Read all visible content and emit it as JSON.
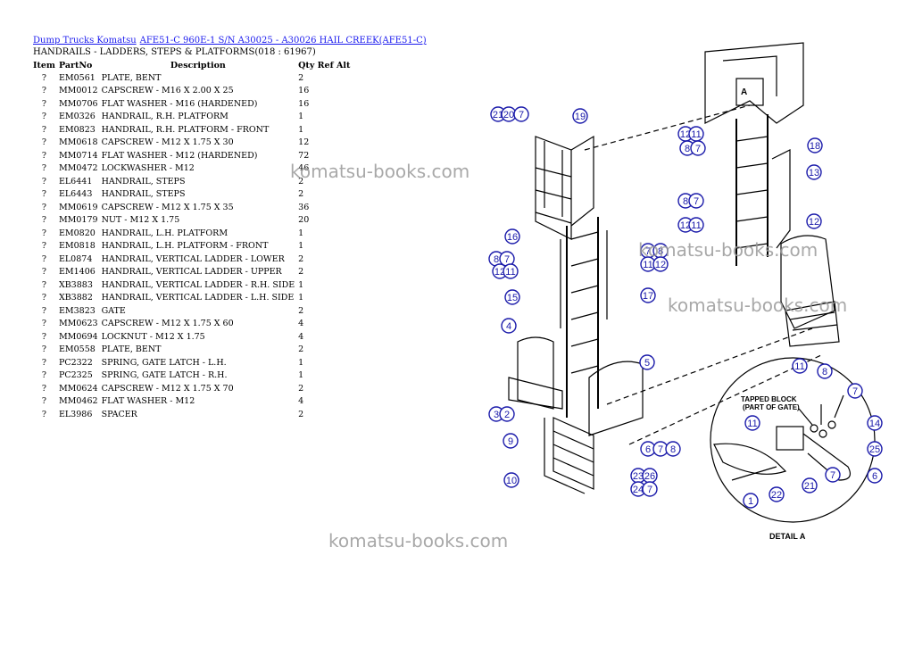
{
  "breadcrumb": {
    "link1": "Dump Trucks Komatsu",
    "link2": "AFE51-C 960E-1 S/N A30025 - A30026 HAIL CREEK(AFE51-C)"
  },
  "page_title": "HANDRAILS - LADDERS, STEPS & PLATFORMS(018 : 61967)",
  "table": {
    "headers": [
      "Item",
      "PartNo",
      "Description",
      "Qty Ref Alt"
    ],
    "rows": [
      {
        "item": "?",
        "part": "EM0561",
        "desc": "PLATE, BENT",
        "qty": "2"
      },
      {
        "item": "?",
        "part": "MM0012",
        "desc": "CAPSCREW - M16 X 2.00 X 25",
        "qty": "16"
      },
      {
        "item": "?",
        "part": "MM0706",
        "desc": "FLAT WASHER - M16 (HARDENED)",
        "qty": "16"
      },
      {
        "item": "?",
        "part": "EM0326",
        "desc": "HANDRAIL, R.H. PLATFORM",
        "qty": "1"
      },
      {
        "item": "?",
        "part": "EM0823",
        "desc": "HANDRAIL, R.H. PLATFORM - FRONT",
        "qty": "1"
      },
      {
        "item": "?",
        "part": "MM0618",
        "desc": "CAPSCREW - M12 X 1.75 X 30",
        "qty": "12"
      },
      {
        "item": "?",
        "part": "MM0714",
        "desc": "FLAT WASHER - M12 (HARDENED)",
        "qty": "72"
      },
      {
        "item": "?",
        "part": "MM0472",
        "desc": "LOCKWASHER - M12",
        "qty": "46"
      },
      {
        "item": "?",
        "part": "EL6441",
        "desc": "HANDRAIL, STEPS",
        "qty": "2"
      },
      {
        "item": "?",
        "part": "EL6443",
        "desc": "HANDRAIL, STEPS",
        "qty": "2"
      },
      {
        "item": "?",
        "part": "MM0619",
        "desc": "CAPSCREW - M12 X 1.75 X 35",
        "qty": "36"
      },
      {
        "item": "?",
        "part": "MM0179",
        "desc": "NUT - M12 X 1.75",
        "qty": "20"
      },
      {
        "item": "?",
        "part": "EM0820",
        "desc": "HANDRAIL, L.H. PLATFORM",
        "qty": "1"
      },
      {
        "item": "?",
        "part": "EM0818",
        "desc": "HANDRAIL, L.H. PLATFORM - FRONT",
        "qty": "1"
      },
      {
        "item": "?",
        "part": "EL0874",
        "desc": "HANDRAIL, VERTICAL LADDER - LOWER",
        "qty": "2"
      },
      {
        "item": "?",
        "part": "EM1406",
        "desc": "HANDRAIL, VERTICAL LADDER - UPPER",
        "qty": "2"
      },
      {
        "item": "?",
        "part": "XB3883",
        "desc": "HANDRAIL, VERTICAL LADDER - R.H. SIDE",
        "qty": "1"
      },
      {
        "item": "?",
        "part": "XB3882",
        "desc": "HANDRAIL, VERTICAL LADDER - L.H. SIDE",
        "qty": "1"
      },
      {
        "item": "?",
        "part": "EM3823",
        "desc": "GATE",
        "qty": "2"
      },
      {
        "item": "?",
        "part": "MM0623",
        "desc": "CAPSCREW - M12 X 1.75 X 60",
        "qty": "4"
      },
      {
        "item": "?",
        "part": "MM0694",
        "desc": "LOCKNUT - M12 X 1.75",
        "qty": "4"
      },
      {
        "item": "?",
        "part": "EM0558",
        "desc": "PLATE, BENT",
        "qty": "2"
      },
      {
        "item": "?",
        "part": "PC2322",
        "desc": "SPRING, GATE LATCH - L.H.",
        "qty": "1"
      },
      {
        "item": "?",
        "part": "PC2325",
        "desc": "SPRING, GATE LATCH - R.H.",
        "qty": "1"
      },
      {
        "item": "?",
        "part": "MM0624",
        "desc": "CAPSCREW - M12 X 1.75 X 70",
        "qty": "2"
      },
      {
        "item": "?",
        "part": "MM0462",
        "desc": "FLAT WASHER - M12",
        "qty": "4"
      },
      {
        "item": "?",
        "part": "EL3986",
        "desc": "SPACER",
        "qty": "2"
      }
    ]
  },
  "drawing": {
    "callouts": [
      "21",
      "20",
      "7",
      "19",
      "12",
      "11",
      "8",
      "7",
      "16",
      "8",
      "7",
      "12",
      "11",
      "15",
      "4",
      "3",
      "2",
      "9",
      "10",
      "5",
      "6",
      "7",
      "8",
      "17",
      "7",
      "8",
      "11",
      "12",
      "12",
      "11",
      "8",
      "7",
      "18",
      "13",
      "12",
      "11",
      "8",
      "7",
      "14",
      "25",
      "6",
      "11",
      "21",
      "7",
      "1",
      "22",
      "23",
      "26",
      "24",
      "7"
    ],
    "detail_title": "DETAIL A",
    "block_label_1": "TAPPED BLOCK",
    "block_label_2": "(PART OF GATE)",
    "view_letter": "A",
    "line_color": "#000000",
    "callout_color": "#1a1aaa"
  },
  "watermarks": [
    "komatsu-books.com",
    "komatsu-books.com",
    "komatsu-books.com",
    "komatsu-books.com"
  ]
}
